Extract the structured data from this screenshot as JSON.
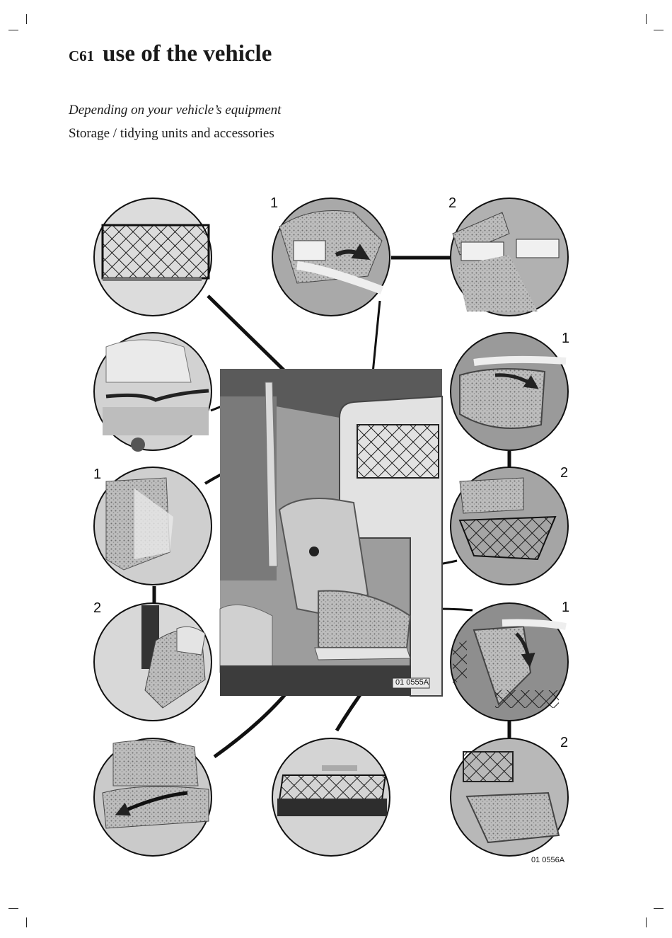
{
  "header": {
    "code": "C61",
    "title": "use of the vehicle"
  },
  "subtitle": "Depending on your vehicle’s equipment",
  "section": "Storage / tidying units and accessories",
  "step_numbers": {
    "one": "1",
    "two": "2"
  },
  "figure_refs": {
    "main": "01 0555A",
    "page": "01 0556A"
  },
  "colors": {
    "photo_dark": "#3a3a3a",
    "photo_mid": "#9a9a9a",
    "photo_light": "#d6d6d6"
  }
}
